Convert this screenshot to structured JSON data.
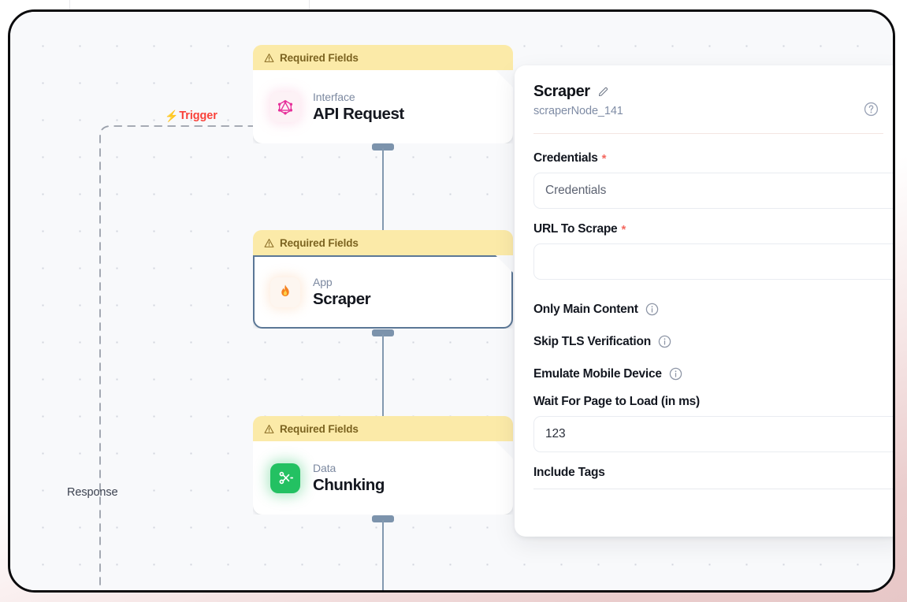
{
  "canvas": {
    "trigger_label": "Trigger",
    "trigger_icon": "lightning-bolt-icon",
    "response_label": "Response",
    "banner_text": "Required Fields",
    "banner_icon": "warning-triangle-icon",
    "accent_trigger_color": "#f9423a",
    "banner_bg_color": "#fbeaa8",
    "banner_text_color": "#7b6320",
    "handle_color": "#7c93ac",
    "selected_border_color": "#5b7796"
  },
  "nodes": [
    {
      "banner": "Required Fields",
      "kind": "Interface",
      "title": "API Request",
      "icon": "graphql-hexagon-icon",
      "icon_color": "#e6309a",
      "selected": false
    },
    {
      "banner": "Required Fields",
      "kind": "App",
      "title": "Scraper",
      "icon": "flame-icon",
      "icon_color": "#f58220",
      "selected": true
    },
    {
      "banner": "Required Fields",
      "kind": "Data",
      "title": "Chunking",
      "icon": "scissors-cut-icon",
      "icon_color": "#23c162",
      "selected": false
    }
  ],
  "panel": {
    "title": "Scraper",
    "edit_icon": "pencil-icon",
    "help_icon": "question-circle-icon",
    "subtitle": "scraperNode_141",
    "fields": [
      {
        "type": "text",
        "label": "Credentials",
        "required": true,
        "value": "",
        "placeholder": "Credentials"
      },
      {
        "type": "text",
        "label": "URL To Scrape",
        "required": true,
        "value": "",
        "placeholder": ""
      },
      {
        "type": "toggle",
        "label": "Only Main Content",
        "info_icon": "info-circle-icon"
      },
      {
        "type": "toggle",
        "label": "Skip TLS Verification",
        "info_icon": "info-circle-icon"
      },
      {
        "type": "toggle",
        "label": "Emulate Mobile Device",
        "info_icon": "info-circle-icon"
      },
      {
        "type": "text",
        "label": "Wait For Page to Load (in ms)",
        "required": false,
        "value": "123",
        "placeholder": ""
      },
      {
        "type": "tags",
        "label": "Include Tags",
        "required": false,
        "value": ""
      }
    ]
  }
}
